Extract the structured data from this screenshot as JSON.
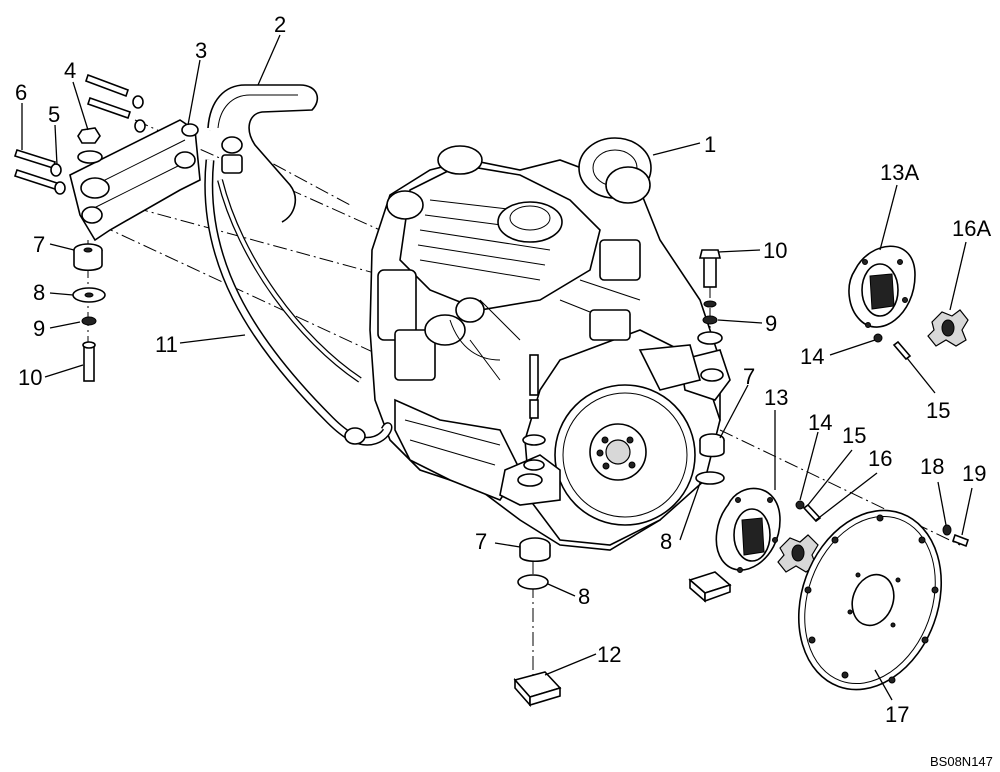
{
  "callouts": {
    "c1": "1",
    "c2": "2",
    "c3": "3",
    "c4": "4",
    "c5": "5",
    "c6": "6",
    "c7a": "7",
    "c7b": "7",
    "c7c": "7",
    "c8a": "8",
    "c8b": "8",
    "c8c": "8",
    "c9a": "9",
    "c9b": "9",
    "c10a": "10",
    "c10b": "10",
    "c11": "11",
    "c12": "12",
    "c13": "13",
    "c13a": "13A",
    "c14a": "14",
    "c14b": "14",
    "c15a": "15",
    "c15b": "15",
    "c16": "16",
    "c16a": "16A",
    "c17": "17",
    "c18": "18",
    "c19": "19"
  },
  "drawing_code": "BS08N147"
}
